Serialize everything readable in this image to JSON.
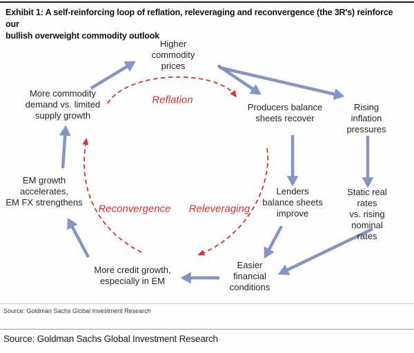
{
  "title": "Exhibit 1: A self-reinforcing loop of reflation, releveraging and reconvergence (the 3R's) reinforce our\nbullish overweight commodity outlook",
  "diagram": {
    "nodes": [
      {
        "id": "higher-commodity-prices",
        "label": "Higher\ncommodity\nprices"
      },
      {
        "id": "producers-balance-sheets",
        "label": "Producers balance\nsheets recover"
      },
      {
        "id": "rising-inflation-pressures",
        "label": "Rising inflation\npressures"
      },
      {
        "id": "lenders-balance-sheets",
        "label": "Lenders\nbalance sheets\nimprove"
      },
      {
        "id": "static-real-rates",
        "label": "Static real rates\nvs. rising nominal\nrates"
      },
      {
        "id": "easier-financial-conditions",
        "label": "Easier\nfinancial\nconditions"
      },
      {
        "id": "more-credit-growth",
        "label": "More credit growth,\nespecially in EM"
      },
      {
        "id": "em-growth-accelerates",
        "label": "EM growth\naccelerates,\nEM FX strengthens"
      },
      {
        "id": "more-commodity-demand",
        "label": "More commodity\ndemand vs. limited\nsupply growth"
      }
    ],
    "loop_labels": [
      {
        "id": "reflation",
        "label": "Reflation"
      },
      {
        "id": "reconvergence",
        "label": "Reconvergence"
      },
      {
        "id": "releveraging",
        "label": "Releveraging"
      }
    ],
    "colors": {
      "arrow_blue": "#8494c4",
      "loop_red": "#d9312e",
      "node_text": "#262626"
    }
  },
  "footer": {
    "source_small": "Source: Goldman Sachs Global Investment Research",
    "source_large": "Source: Goldman Sachs Global Investment Research"
  }
}
